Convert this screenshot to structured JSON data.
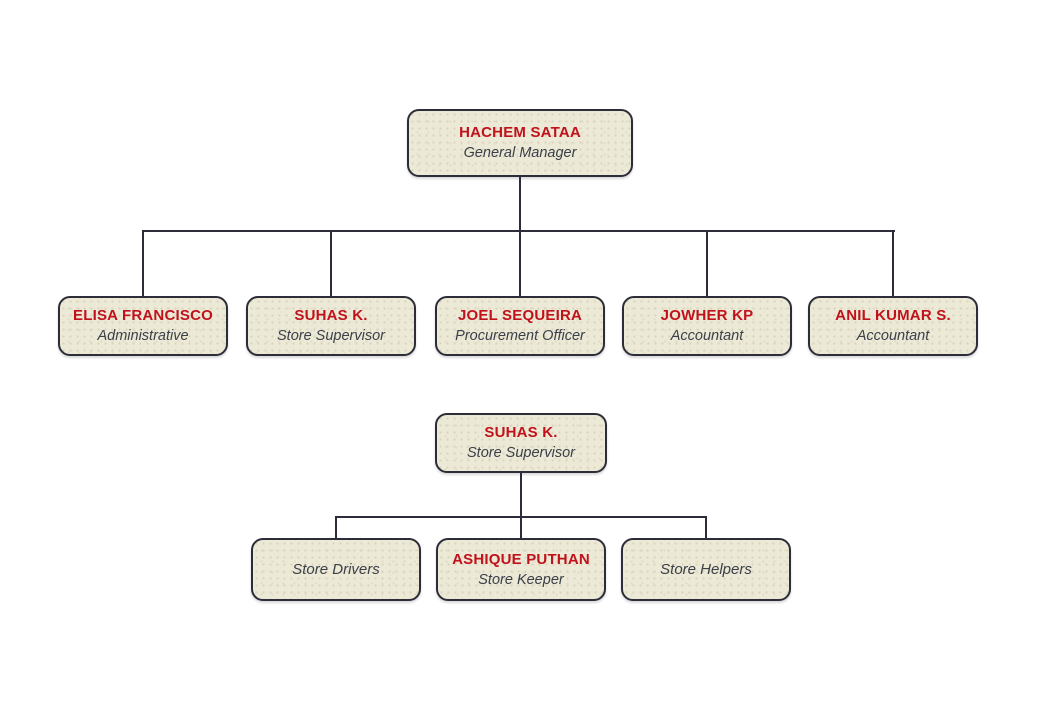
{
  "colors": {
    "page_background": "#ffffff",
    "box_fill": "#ece9d6",
    "box_border": "#2c2d38",
    "name_text": "#c1121c",
    "title_text": "#3b4049",
    "connector": "#2c2d38"
  },
  "chart1": {
    "root": {
      "name": "HACHEM SATAA",
      "title": "General Manager"
    },
    "children": [
      {
        "name": "ELISA FRANCISCO",
        "title": "Administrative"
      },
      {
        "name": "SUHAS K.",
        "title": "Store Supervisor"
      },
      {
        "name": "JOEL SEQUEIRA",
        "title": "Procurement Officer"
      },
      {
        "name": "JOWHER KP",
        "title": "Accountant"
      },
      {
        "name": "ANIL KUMAR S.",
        "title": "Accountant"
      }
    ]
  },
  "chart2": {
    "root": {
      "name": "SUHAS K.",
      "title": "Store Supervisor"
    },
    "children": [
      {
        "title": "Store Drivers"
      },
      {
        "name": "ASHIQUE PUTHAN",
        "title": "Store Keeper"
      },
      {
        "title": "Store Helpers"
      }
    ]
  }
}
